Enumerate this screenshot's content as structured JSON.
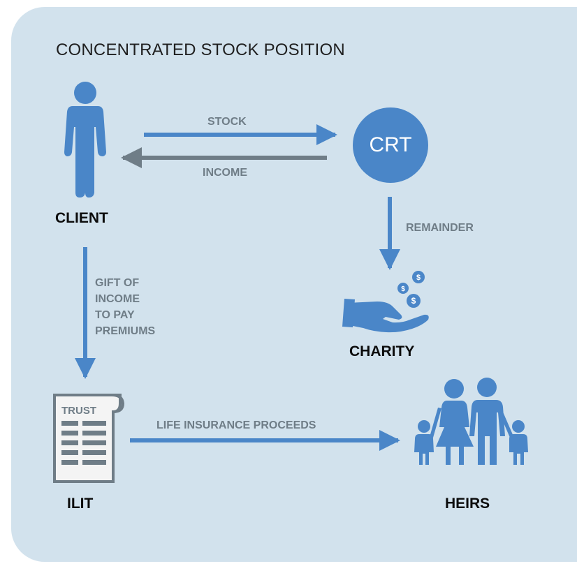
{
  "title": "CONCENTRATED STOCK POSITION",
  "nodes": {
    "client": "CLIENT",
    "crt": "CRT",
    "charity": "CHARITY",
    "ilit": "ILIT",
    "heirs": "HEIRS",
    "trust_doc": "TRUST"
  },
  "edges": {
    "stock": "STOCK",
    "income": "INCOME",
    "remainder": "REMAINDER",
    "gift": [
      "GIFT OF",
      "INCOME",
      "TO PAY",
      "PREMIUMS"
    ],
    "life_insurance": "LIFE INSURANCE PROCEEDS"
  },
  "icons": {
    "client": "person-icon",
    "crt": "crt-circle",
    "charity": "hand-with-coins-icon",
    "ilit": "trust-document-icon",
    "heirs": "family-icon"
  },
  "colors": {
    "background": "#d2e2ed",
    "primary_blue": "#4a86c8",
    "grey_arrow": "#6f7d87",
    "label_grey": "#6f7d87"
  }
}
